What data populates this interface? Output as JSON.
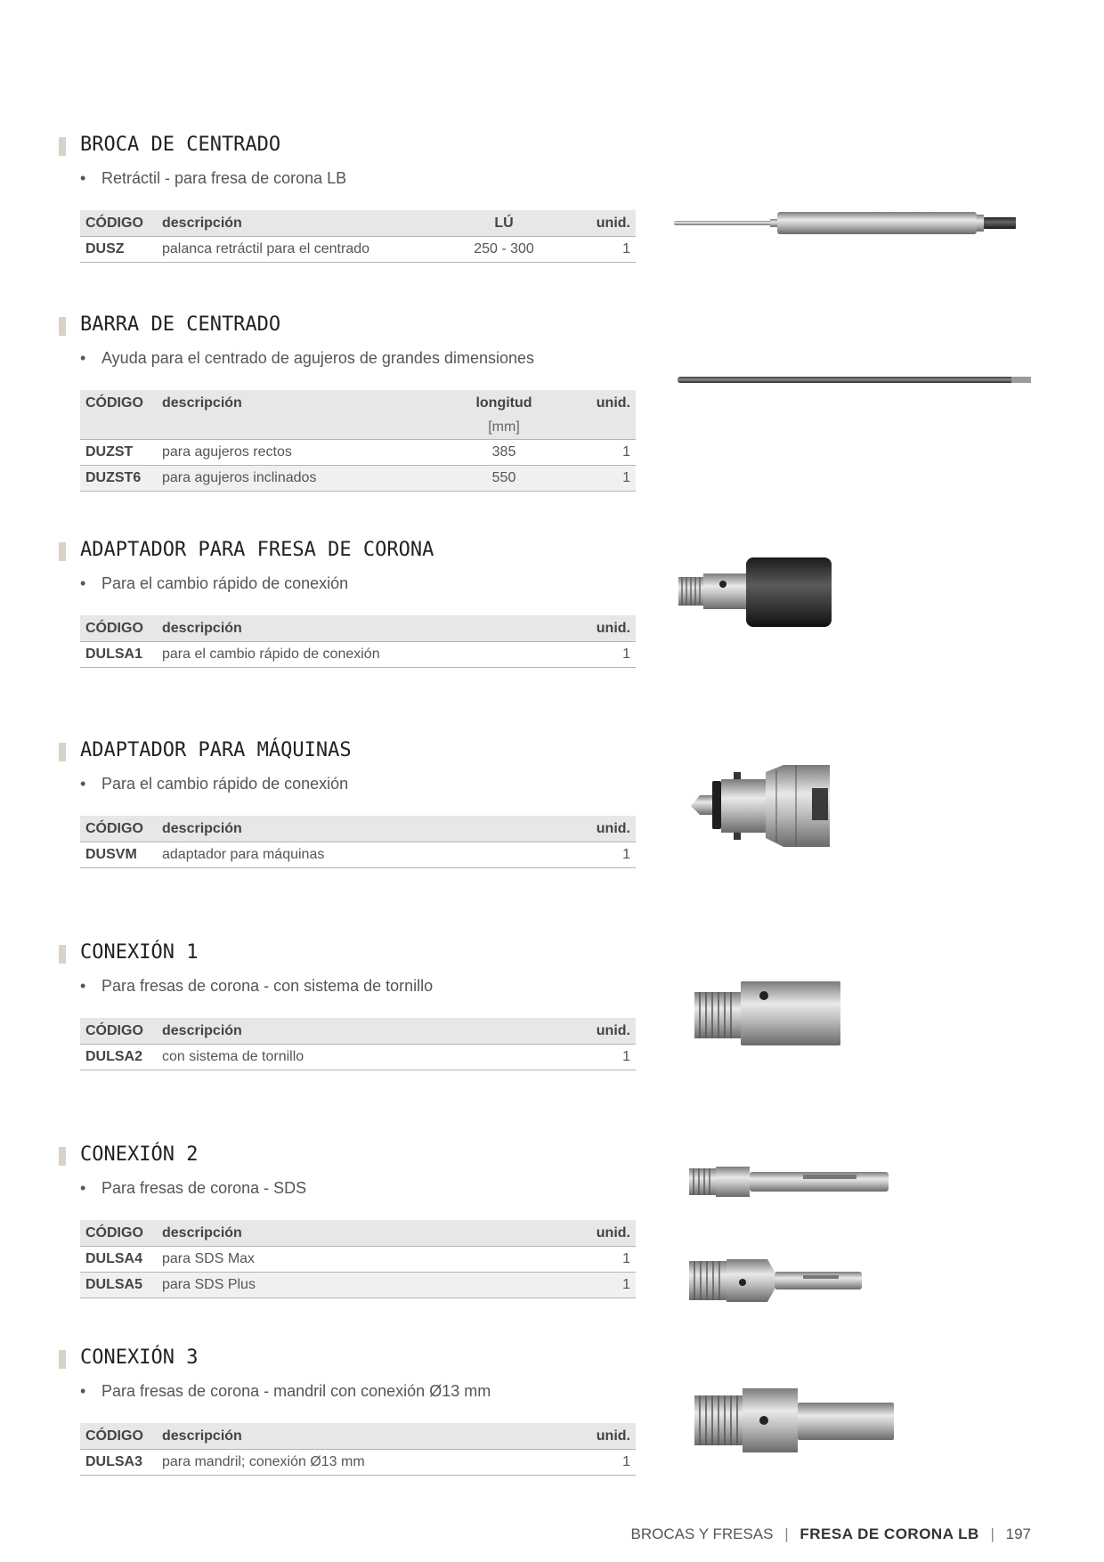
{
  "sections": [
    {
      "title": "BROCA DE CENTRADO",
      "bullet": "Retráctil - para fresa de corona LB",
      "headers": [
        "CÓDIGO",
        "descripción",
        "LÚ",
        "unid."
      ],
      "rows": [
        {
          "code": "DUSZ",
          "desc": "palanca retráctil para el centrado",
          "val": "250 - 300",
          "unit": "1"
        }
      ]
    },
    {
      "title": "BARRA DE CENTRADO",
      "bullet": "Ayuda para el centrado de agujeros de grandes dimensiones",
      "headers": [
        "CÓDIGO",
        "descripción",
        "longitud",
        "unid."
      ],
      "subheader": "[mm]",
      "rows": [
        {
          "code": "DUZST",
          "desc": "para agujeros rectos",
          "val": "385",
          "unit": "1"
        },
        {
          "code": "DUZST6",
          "desc": "para agujeros inclinados",
          "val": "550",
          "unit": "1"
        }
      ]
    },
    {
      "title": "ADAPTADOR PARA FRESA DE CORONA",
      "bullet": "Para el cambio rápido de conexión",
      "headers": [
        "CÓDIGO",
        "descripción",
        "unid."
      ],
      "rows": [
        {
          "code": "DULSA1",
          "desc": "para el cambio rápido de conexión",
          "unit": "1"
        }
      ]
    },
    {
      "title": "ADAPTADOR PARA MÁQUINAS",
      "bullet": "Para el cambio rápido de conexión",
      "headers": [
        "CÓDIGO",
        "descripción",
        "unid."
      ],
      "rows": [
        {
          "code": "DUSVM",
          "desc": "adaptador para máquinas",
          "unit": "1"
        }
      ]
    },
    {
      "title": "CONEXIÓN 1",
      "bullet": "Para fresas de corona - con sistema de tornillo",
      "headers": [
        "CÓDIGO",
        "descripción",
        "unid."
      ],
      "rows": [
        {
          "code": "DULSA2",
          "desc": "con sistema de tornillo",
          "unit": "1"
        }
      ]
    },
    {
      "title": "CONEXIÓN 2",
      "bullet": "Para fresas de corona - SDS",
      "headers": [
        "CÓDIGO",
        "descripción",
        "unid."
      ],
      "rows": [
        {
          "code": "DULSA4",
          "desc": "para SDS Max",
          "unit": "1"
        },
        {
          "code": "DULSA5",
          "desc": "para SDS Plus",
          "unit": "1"
        }
      ]
    },
    {
      "title": "CONEXIÓN 3",
      "bullet": "Para fresas de corona - mandril con conexión Ø13 mm",
      "headers": [
        "CÓDIGO",
        "descripción",
        "unid."
      ],
      "rows": [
        {
          "code": "DULSA3",
          "desc": "para mandril; conexión Ø13 mm",
          "unit": "1"
        }
      ]
    }
  ],
  "bullet_glyph": "•",
  "footer": {
    "category": "BROCAS Y FRESAS",
    "separator": "|",
    "subcategory": "FRESA DE CORONA LB",
    "page": "197"
  }
}
